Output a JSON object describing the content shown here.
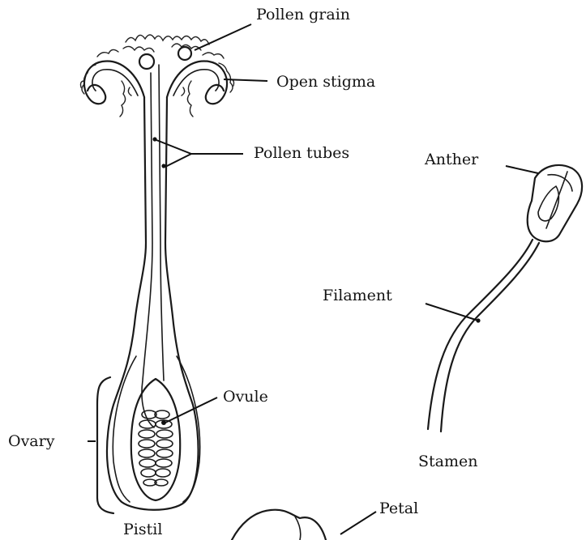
{
  "labels": {
    "pollen_grain": "Pollen grain",
    "open_stigma": "Open stigma",
    "pollen_tubes": "Pollen tubes",
    "anther": "Anther",
    "filament": "Filament",
    "ovule": "Ovule",
    "ovary": "Ovary",
    "stamen": "Stamen",
    "pistil": "Pistil",
    "petal": "Petal"
  }
}
